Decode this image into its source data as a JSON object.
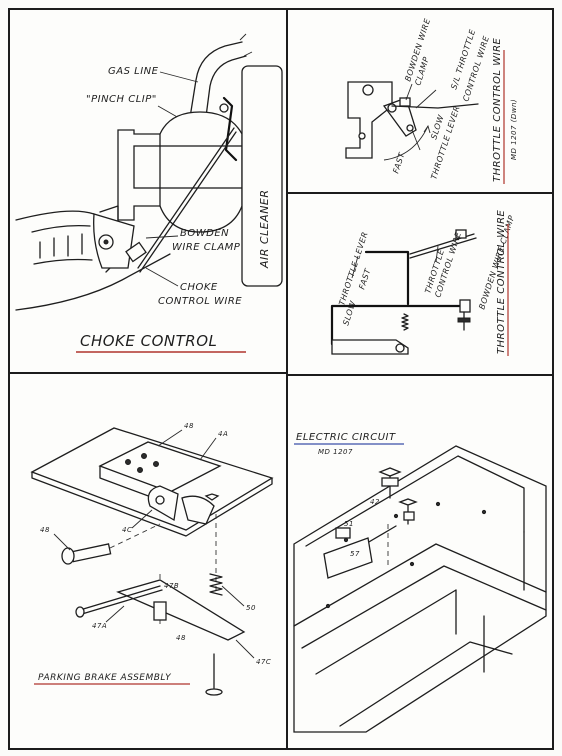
{
  "panels": {
    "choke": {
      "title": "CHOKE CONTROL",
      "labels": {
        "gas_line": "GAS LINE",
        "pinch_clip": "\"PINCH CLIP\"",
        "bowden_clamp_1": "BOWDEN",
        "bowden_clamp_2": "WIRE CLAMP",
        "choke_wire_1": "CHOKE",
        "choke_wire_2": "CONTROL WIRE",
        "air_cleaner": "AIR CLEANER"
      }
    },
    "throttle_top": {
      "title": "THROTTLE CONTROL WIRE",
      "subtitle": "MD 1207 (Dwn)",
      "labels": {
        "bowden_1": "BOWDEN WIRE",
        "bowden_2": "CLAMP",
        "throttle_wire_1": "S/L THROTTLE",
        "throttle_wire_2": "CONTROL WIRE",
        "slow": "SLOW",
        "fast": "FAST",
        "throttle_lever": "THROTTLE LEVER"
      }
    },
    "throttle_mid": {
      "title": "THROTTLE CONTROL WIRE",
      "labels": {
        "throttle_lever": "THROTTLE LEVER",
        "fast": "FAST",
        "slow": "SLOW",
        "throttle_wire_1": "THROTTLE",
        "throttle_wire_2": "CONTROL WIRE",
        "bowden": "BOWDEN WIRE CLAMP"
      }
    },
    "parking": {
      "title": "PARKING BRAKE ASSEMBLY",
      "callouts": {
        "c48": "48",
        "c4a": "4A",
        "c48b": "48",
        "c4c": "4C",
        "c47b": "47B",
        "c47a": "47A",
        "c50": "50",
        "c47c": "47C"
      }
    },
    "electric": {
      "title": "ELECTRIC CIRCUIT",
      "subtitle": "MD 1207",
      "callouts": {
        "c42": "42",
        "c51": "51",
        "c57": "57"
      }
    }
  },
  "colors": {
    "ink": "#1e1e1e",
    "paper": "#fdfdfb",
    "underline_red": "#b0342c",
    "underline_blue": "#3b4fa8"
  }
}
